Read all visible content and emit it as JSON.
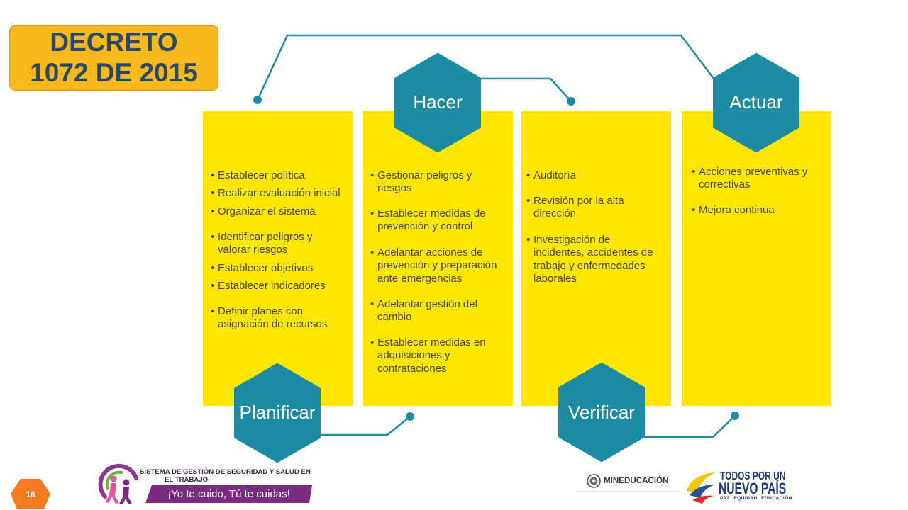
{
  "slide": {
    "decree": {
      "line1": "DECRETO",
      "line2": "1072 DE 2015"
    },
    "page_number": "18"
  },
  "cycle": {
    "planificar": {
      "label": "Planificar",
      "items": [
        "Establecer política",
        "Realizar evaluación inicial",
        "Organizar el sistema",
        "Identificar peligros y valorar riesgos",
        "Establecer objetivos",
        "Establecer indicadores",
        "Definir planes con asignación de recursos"
      ]
    },
    "hacer": {
      "label": "Hacer",
      "items": [
        "Gestionar peligros y riesgos",
        "Establecer medidas de prevención y control",
        "Adelantar acciones de prevención y preparación ante emergencias",
        "Adelantar gestión del cambio",
        "Establecer medidas en adquisiciones y contrataciones"
      ]
    },
    "verificar": {
      "label": "Verificar",
      "items": [
        "Auditoría",
        "Revisión por la alta dirección",
        "Investigación de incidentes, accidentes de trabajo y enfermedades laborales"
      ]
    },
    "actuar": {
      "label": "Actuar",
      "items": [
        "Acciones preventivas y correctivas",
        "Mejora continua"
      ]
    }
  },
  "footer": {
    "sgsst": {
      "title_line1": "SISTEMA DE GESTIÓN DE SEGURIDAD Y SALUD EN",
      "title_line2": "EL TRABAJO",
      "slogan": "¡Yo te cuido, Tú te cuidas!"
    },
    "mineducacion": {
      "label": "MINEDUCACIÓN"
    },
    "todos_por_un_nuevo_pais": {
      "line1": "TODOS POR UN",
      "line2": "NUEVO PAÍS",
      "tagline": "PAZ EQUIDAD EDUCACIÓN"
    }
  },
  "icons": {
    "sgsst_logo": "sgsst-logo-icon",
    "mineducacion_seal": "mineducacion-seal-icon",
    "nuevo_pais_logo": "todos-por-un-nuevo-pais-logo-icon"
  },
  "colors": {
    "column_yellow": "#FEE600",
    "hexagon_teal": "#1C8CA5",
    "decree_gold": "#F7B81B",
    "decree_text": "#29496A",
    "body_text": "#474747",
    "page_orange": "#F47B20",
    "slogan_purple": "#7B2C82",
    "navy_text": "#1F3A7A"
  }
}
